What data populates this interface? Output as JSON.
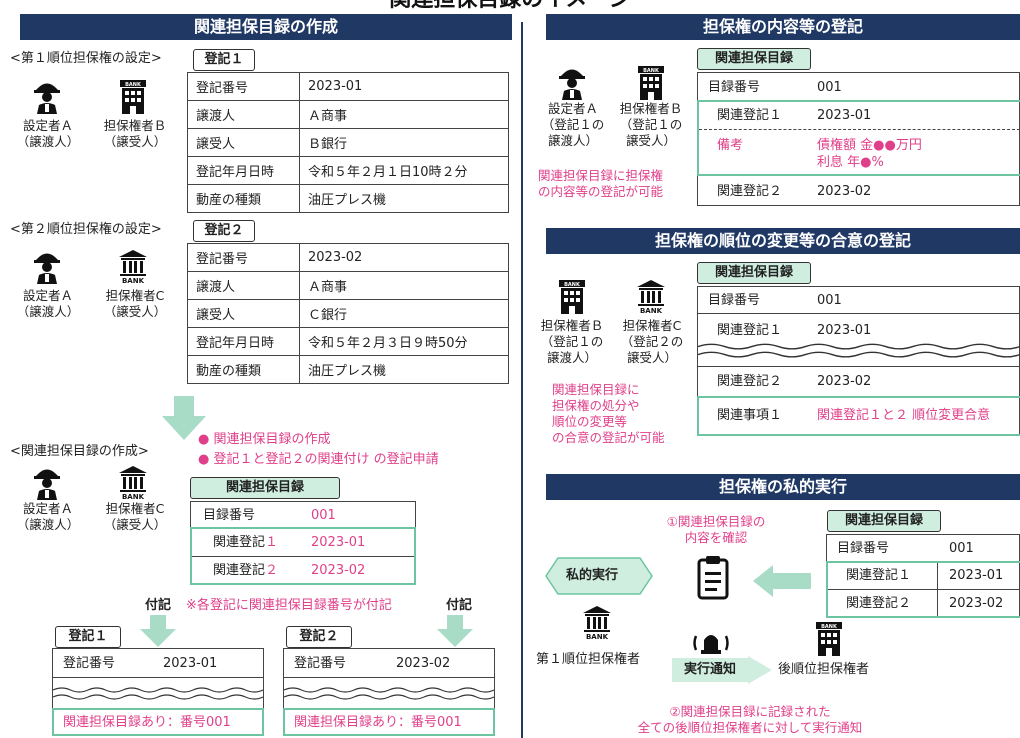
{
  "page_title": "関連担保目録のイメージ",
  "colors": {
    "header_bg": "#1f3864",
    "pink": "#e0408a",
    "green": "#6cc5a0",
    "green_light": "#cfeee0"
  },
  "left": {
    "header": "関連担保目録の作成",
    "first": {
      "section": "<第１順位担保権の設定>",
      "tag": "登記１",
      "person_a": "設定者Ａ\n（譲渡人）",
      "person_b": "担保権者Ｂ\n（譲受人）",
      "rows": [
        {
          "k": "登記番号",
          "v": "2023-01"
        },
        {
          "k": "譲渡人",
          "v": "Ａ商事"
        },
        {
          "k": "譲受人",
          "v": "Ｂ銀行"
        },
        {
          "k": "登記年月日時",
          "v": "令和５年２月１日10時２分"
        },
        {
          "k": "動産の種類",
          "v": "油圧プレス機"
        }
      ]
    },
    "second": {
      "section": "<第２順位担保権の設定>",
      "tag": "登記２",
      "person_a": "設定者Ａ\n（譲渡人）",
      "person_c": "担保権者C\n（譲受人）",
      "rows": [
        {
          "k": "登記番号",
          "v": "2023-02"
        },
        {
          "k": "譲渡人",
          "v": "Ａ商事"
        },
        {
          "k": "譲受人",
          "v": "Ｃ銀行"
        },
        {
          "k": "登記年月日時",
          "v": "令和５年２月３日９時50分"
        },
        {
          "k": "動産の種類",
          "v": "油圧プレス機"
        }
      ]
    },
    "creation": {
      "section": "<関連担保目録の作成>",
      "bullet1": "● 関連担保目録の作成",
      "bullet2": "● 登記１と登記２の関連付け の登記申請",
      "person_a": "設定者Ａ\n（譲渡人）",
      "person_c": "担保権者C\n（譲受人）",
      "tag": "関連担保目録",
      "row1_k": "目録番号",
      "row1_v": "001",
      "row2_k": "関連登記",
      "row2_n": "１",
      "row2_v": "2023-01",
      "row3_k": "関連登記",
      "row3_n": "２",
      "row3_v": "2023-02"
    },
    "attach_label": "付記",
    "attach_note": "※各登記に関連担保目録番号が付記",
    "reg1": {
      "tag": "登記１",
      "k": "登記番号",
      "v": "2023-01",
      "note": "関連担保目録あり：番号001"
    },
    "reg2": {
      "tag": "登記２",
      "k": "登記番号",
      "v": "2023-02",
      "note": "関連担保目録あり：番号001"
    }
  },
  "right": {
    "content": {
      "header": "担保権の内容等の登記",
      "person_a": "設定者Ａ\n（登記１の\n譲渡人）",
      "person_b": "担保権者Ｂ\n（登記１の\n譲受人）",
      "note": "関連担保目録に担保権\nの内容等の登記が可能",
      "tag": "関連担保目録",
      "r1k": "目録番号",
      "r1v": "001",
      "r2k": "関連登記１",
      "r2v": "2023-01",
      "r3k": "備考",
      "r3v1": "債権額 金●●万円",
      "r3v2": "利息 年●%",
      "r4k": "関連登記２",
      "r4v": "2023-02"
    },
    "order": {
      "header": "担保権の順位の変更等の合意の登記",
      "person_b": "担保権者Ｂ\n（登記１の\n譲渡人）",
      "person_c": "担保権者C\n（登記２の\n譲受人）",
      "note": "関連担保目録に\n担保権の処分や\n順位の変更等\nの合意の登記が可能",
      "tag": "関連担保目録",
      "r1k": "目録番号",
      "r1v": "001",
      "r2k": "関連登記１",
      "r2v": "2023-01",
      "r3k": "関連登記２",
      "r3v": "2023-02",
      "r4k": "関連事項１",
      "r4v": "関連登記１と２ 順位変更合意"
    },
    "private": {
      "header": "担保権の私的実行",
      "step1": "①関連担保目録の\n内容を確認",
      "badge": "私的実行",
      "first_holder": "第１順位担保権者",
      "notice": "実行通知",
      "later_holder": "後順位担保権者",
      "step2": "②関連担保目録に記録された\n全ての後順位担保権者に対して実行通知",
      "tag": "関連担保目録",
      "r1k": "目録番号",
      "r1v": "001",
      "r2k": "関連登記１",
      "r2v": "2023-01",
      "r3k": "関連登記２",
      "r3v": "2023-02"
    }
  }
}
